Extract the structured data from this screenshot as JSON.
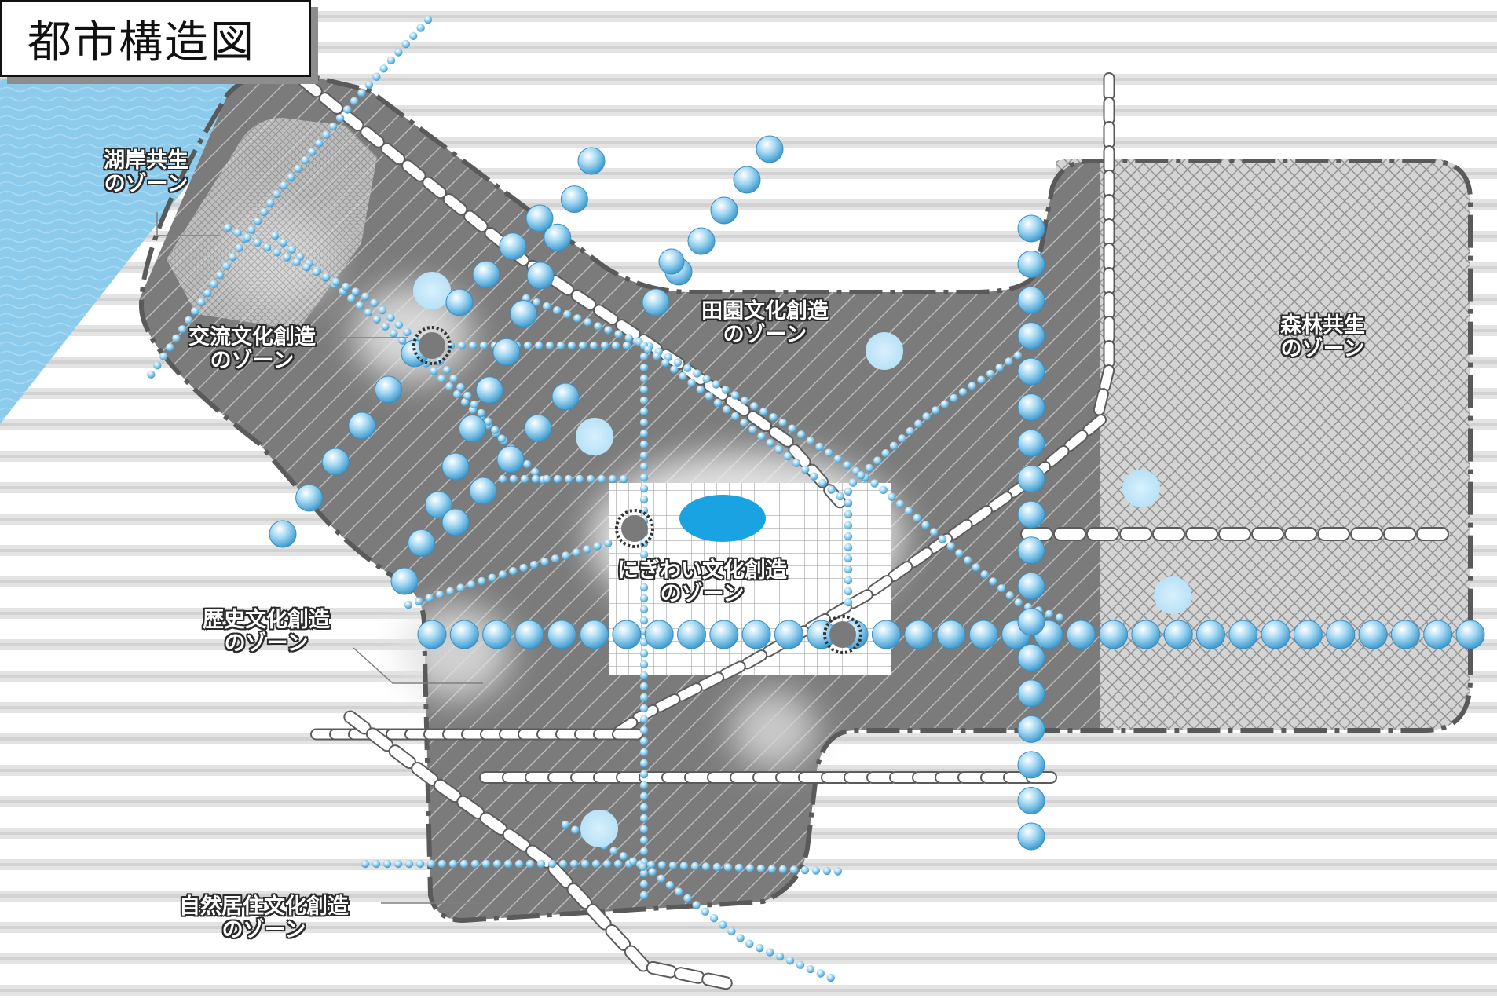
{
  "title": "都市構造図",
  "zones": {
    "lakeside": {
      "line1": "湖岸共生",
      "line2": "のゾーン"
    },
    "exchange": {
      "line1": "交流文化創造",
      "line2": "のゾーン"
    },
    "rural": {
      "line1": "田園文化創造",
      "line2": "のゾーン"
    },
    "forest": {
      "line1": "森林共生",
      "line2": "のゾーン"
    },
    "bustle": {
      "line1": "にぎわい文化創造",
      "line2": "のゾーン"
    },
    "history": {
      "line1": "歴史文化創造",
      "line2": "のゾーン"
    },
    "nature": {
      "line1": "自然居住文化創造",
      "line2": "のゾーン"
    }
  },
  "colors": {
    "lake": "#86c6ea",
    "zone_fill": "#6e6e6e",
    "zone_outline": "#555555",
    "bead_blue": "#7cc4ea",
    "pale_circle": "#bfe6fa",
    "central_pond": "#1aa3e3",
    "hub_marker": "#7a7a7a"
  }
}
